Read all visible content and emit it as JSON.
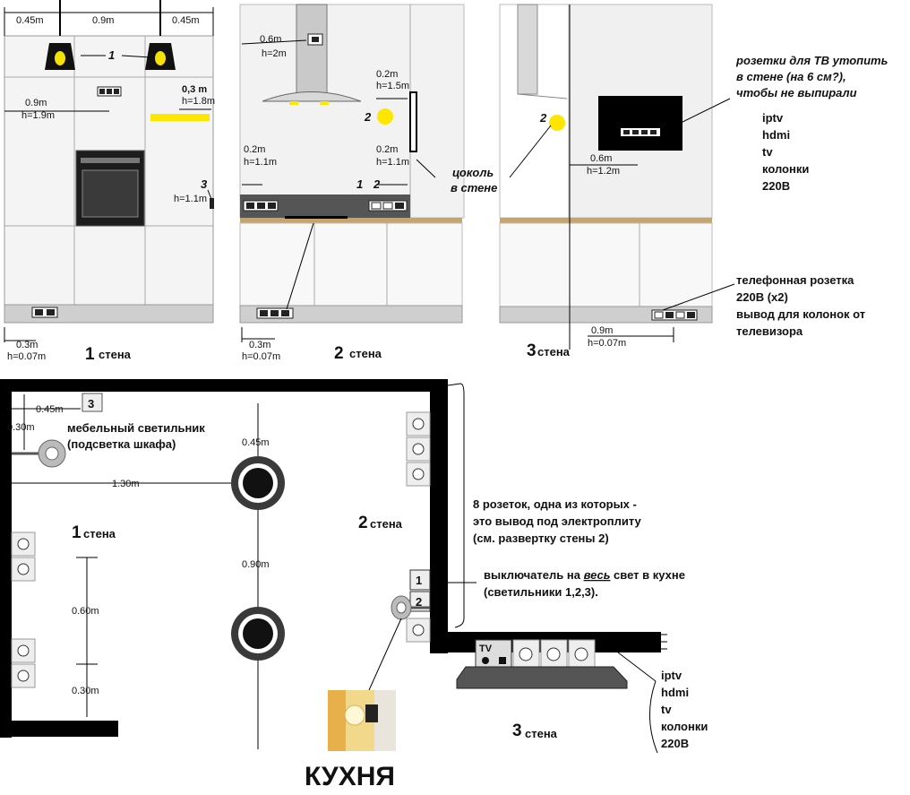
{
  "wall1": {
    "top_dims": [
      "0.45m",
      "0.9m",
      "0.45m"
    ],
    "lamp_label": "1",
    "dim_wall_socket": [
      "0.9m",
      "h=1.9m"
    ],
    "dim_light": [
      "0,3 m",
      "h=1.8m"
    ],
    "switch_label": "3",
    "switch_height": "h=1.1m",
    "bottom_dim": [
      "0.3m",
      "h=0.07m"
    ],
    "caption_num": "1",
    "caption_word": "стена"
  },
  "wall2": {
    "hood_dim": [
      "0.6m",
      "h=2m"
    ],
    "right_dim": [
      "0.2m",
      "h=1.5m"
    ],
    "left_low_dim": [
      "0.2m",
      "h=1.1m"
    ],
    "right_low_dim": [
      "0.2m",
      "h=1.1m"
    ],
    "lamp_label": "2",
    "switch_labels": [
      "1",
      "2"
    ],
    "plinth_note": [
      "цоколь",
      "в стене"
    ],
    "bottom_dim": [
      "0.3m",
      "h=0.07m"
    ],
    "caption_num": "2",
    "caption_word": "стена"
  },
  "wall3": {
    "lamp_label": "2",
    "tv_dim": [
      "0.6m",
      "h=1.2m"
    ],
    "tv_note": [
      "розетки для ТВ утопить",
      "в стене (на 6 см?),",
      "чтобы не выпирали"
    ],
    "tv_list": [
      "iptv",
      "hdmi",
      "tv",
      "колонки",
      "220В"
    ],
    "bottom_note": [
      "телефонная розетка",
      "220В (x2)",
      "вывод для колонок от",
      "телевизора"
    ],
    "bottom_dim": [
      "0.9m",
      "h=0.07m"
    ],
    "caption_num": "3",
    "caption_word": "стена"
  },
  "plan": {
    "furniture_light_num": "3",
    "furniture_light_note": [
      "мебельный светильник",
      "(подсветка шкафа)"
    ],
    "dims": {
      "d045_top": "0.45m",
      "d030_left": "0.30m",
      "d130": "1.30m",
      "d045_vertical": "0.45m",
      "d090": "0.90m",
      "d060": "0.60m",
      "d030_bottom": "0.30m"
    },
    "wall1_label": [
      "1",
      "стена"
    ],
    "wall2_label": [
      "2",
      "стена"
    ],
    "wall3_label": [
      "3",
      "стена"
    ],
    "sockets_note": [
      "8 розеток, одна из которых -",
      "это вывод под электроплиту",
      "(см. развертку стены 2)"
    ],
    "switch_note_prefix": "выключатель на ",
    "switch_note_emph": "весь",
    "switch_note_suffix": " свет в кухне",
    "switch_note_line2": "(светильники 1,2,3).",
    "switch_nums": [
      "1",
      "2"
    ],
    "tv_badge": "TV",
    "tv_list": [
      "iptv",
      "hdmi",
      "tv",
      "колонки",
      "220В"
    ],
    "room_title": "КУХНЯ"
  },
  "colors": {
    "wall": "#000000",
    "counter": "#c8a46a",
    "floor_strip": "#cfcfcf",
    "lamp_yellow": "#ffe600",
    "panel": "#e8e8e8"
  },
  "icons": [
    "pendant-lamp-icon",
    "socket-block-icon",
    "oven-icon",
    "hood-icon",
    "ceiling-light-icon",
    "wall-sconce-icon",
    "tv-icon"
  ]
}
